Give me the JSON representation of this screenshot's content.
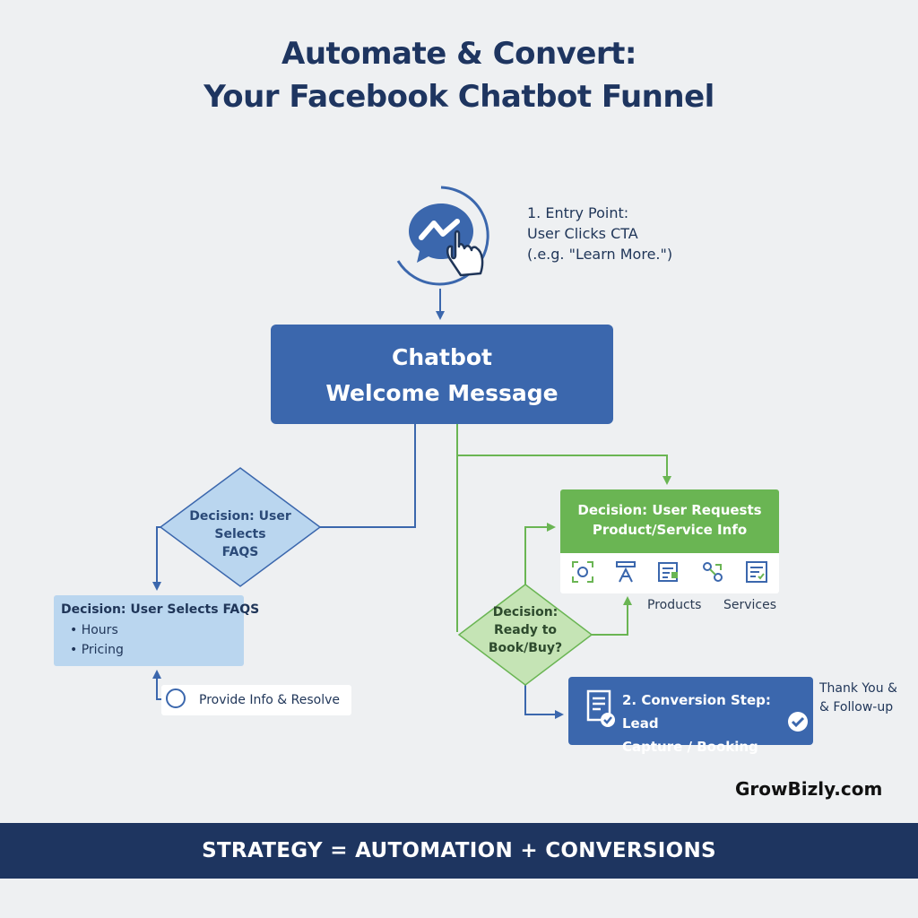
{
  "header": {
    "title_line1": "Automate & Convert:",
    "title_line2": "Your Facebook Chatbot Funnel"
  },
  "entry_point": {
    "icon": "messenger-cursor-icon",
    "line1": "1. Entry Point:",
    "line2": "User Clicks CTA",
    "line3": "(.e.g. \"Learn More.\")"
  },
  "welcome": {
    "line1": "Chatbot",
    "line2": "Welcome Message"
  },
  "faq_decision": {
    "line1": "Decision: User",
    "line2": "Selects",
    "line3": "FAQS"
  },
  "faq_box": {
    "header": "Decision: User Selects FAQS",
    "items": [
      "Hours",
      "Pricing"
    ]
  },
  "resolve": {
    "label": "Provide Info & Resolve"
  },
  "product_card": {
    "line1": "Decision: User Requests",
    "line2": "Product/Service Info",
    "icons": [
      "scan-icon",
      "structure-icon",
      "document-icon",
      "link-icon",
      "list-icon"
    ]
  },
  "categories": {
    "products": "Products",
    "services": "Services"
  },
  "book_decision": {
    "line1": "Decision:",
    "line2": "Ready to",
    "line3": "Book/Buy?"
  },
  "conversion": {
    "line1": "2. Conversion Step: Lead",
    "line2": "Capture / Booking",
    "icons": [
      "form-check-icon",
      "checkmark-icon"
    ]
  },
  "thanks": {
    "line1": "Thank You &",
    "line2": "& Follow-up"
  },
  "brand": "GrowBizly.com",
  "footer": "STRATEGY = AUTOMATION + CONVERSIONS",
  "colors": {
    "navy": "#1e3560",
    "blue": "#3b67ad",
    "light_blue": "#bad6ef",
    "green": "#6ab553",
    "light_green": "#c5e4b5",
    "background": "#eef0f2"
  }
}
